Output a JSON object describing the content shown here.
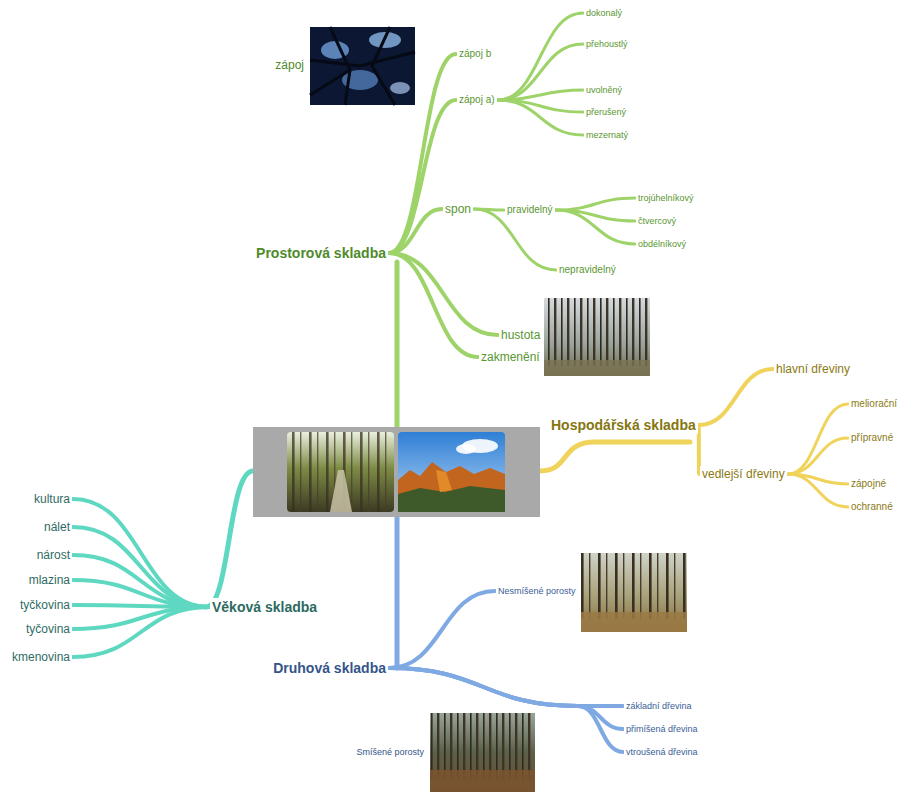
{
  "diagram": {
    "nodes": [
      {
        "text": [
          "Prostorová skladba"
        ]
      },
      {
        "text": [
          "zápoj b"
        ]
      },
      {
        "text": [
          "zápoj a)"
        ]
      },
      {
        "text": [
          "dokonalý"
        ]
      },
      {
        "text": [
          "přehoustlý"
        ]
      },
      {
        "text": [
          "uvolněný"
        ]
      },
      {
        "text": [
          "přerušený"
        ]
      },
      {
        "text": [
          "mezernatý"
        ]
      },
      {
        "text": [
          "spon"
        ]
      },
      {
        "text": [
          "pravidelný"
        ]
      },
      {
        "text": [
          "trojúhelníkový"
        ]
      },
      {
        "text": [
          "čtvercový"
        ]
      },
      {
        "text": [
          "obdélníkový"
        ]
      },
      {
        "text": [
          "nepravidelný"
        ]
      },
      {
        "text": [
          "hustota"
        ]
      },
      {
        "text": [
          "zakmenění"
        ]
      },
      {
        "text": [
          "Hospodářská skladba"
        ]
      },
      {
        "text": [
          "hlavní dřeviny"
        ]
      },
      {
        "text": [
          "vedlejší dřeviny"
        ]
      },
      {
        "text": [
          "meliorační"
        ]
      },
      {
        "text": [
          "přípravné"
        ]
      },
      {
        "text": [
          "zápojné"
        ]
      },
      {
        "text": [
          "ochranné"
        ]
      },
      {
        "text": [
          "Věková skladba"
        ]
      },
      {
        "text": [
          "kultura"
        ]
      },
      {
        "text": [
          "nálet"
        ]
      },
      {
        "text": [
          "nárost"
        ]
      },
      {
        "text": [
          "mlazina"
        ]
      },
      {
        "text": [
          "tyčkovina"
        ]
      },
      {
        "text": [
          "tyčovina"
        ]
      },
      {
        "text": [
          "kmenovina"
        ]
      },
      {
        "text": [
          "Druhová skladba"
        ]
      },
      {
        "text": [
          "Nesmíšené porosty"
        ]
      },
      {
        "text": [
          "základní dřevina"
        ]
      },
      {
        "text": [
          "přimíšená dřevina"
        ]
      },
      {
        "text": [
          "vtroušená dřevina"
        ]
      }
    ],
    "edges": [
      {
        "from": 0,
        "to": 1,
        "arrow": "none"
      },
      {
        "from": 0,
        "to": 2,
        "arrow": "none"
      },
      {
        "from": 2,
        "to": 3,
        "arrow": "none"
      },
      {
        "from": 2,
        "to": 4,
        "arrow": "none"
      },
      {
        "from": 2,
        "to": 5,
        "arrow": "none"
      },
      {
        "from": 2,
        "to": 6,
        "arrow": "none"
      },
      {
        "from": 2,
        "to": 7,
        "arrow": "none"
      },
      {
        "from": 0,
        "to": 8,
        "arrow": "none"
      },
      {
        "from": 8,
        "to": 9,
        "arrow": "none"
      },
      {
        "from": 9,
        "to": 10,
        "arrow": "none"
      },
      {
        "from": 9,
        "to": 11,
        "arrow": "none"
      },
      {
        "from": 9,
        "to": 12,
        "arrow": "none"
      },
      {
        "from": 8,
        "to": 13,
        "arrow": "none"
      },
      {
        "from": 0,
        "to": 14,
        "arrow": "none"
      },
      {
        "from": 0,
        "to": 15,
        "arrow": "none"
      },
      {
        "from": 16,
        "to": 17,
        "arrow": "none"
      },
      {
        "from": 16,
        "to": 18,
        "arrow": "none"
      },
      {
        "from": 18,
        "to": 19,
        "arrow": "none"
      },
      {
        "from": 18,
        "to": 20,
        "arrow": "none"
      },
      {
        "from": 18,
        "to": 21,
        "arrow": "none"
      },
      {
        "from": 18,
        "to": 22,
        "arrow": "none"
      },
      {
        "from": 23,
        "to": 24,
        "arrow": "none"
      },
      {
        "from": 23,
        "to": 25,
        "arrow": "none"
      },
      {
        "from": 23,
        "to": 26,
        "arrow": "none"
      },
      {
        "from": 23,
        "to": 27,
        "arrow": "none"
      },
      {
        "from": 23,
        "to": 28,
        "arrow": "none"
      },
      {
        "from": 23,
        "to": 29,
        "arrow": "none"
      },
      {
        "from": 23,
        "to": 30,
        "arrow": "none"
      },
      {
        "from": 31,
        "to": 32,
        "arrow": "none"
      },
      {
        "from": 31,
        "to": 33,
        "arrow": "none"
      },
      {
        "from": 31,
        "to": 34,
        "arrow": "none"
      },
      {
        "from": 31,
        "to": 35,
        "arrow": "none"
      }
    ],
    "labels": [
      "zápoj",
      "Smíšené porosty"
    ]
  }
}
